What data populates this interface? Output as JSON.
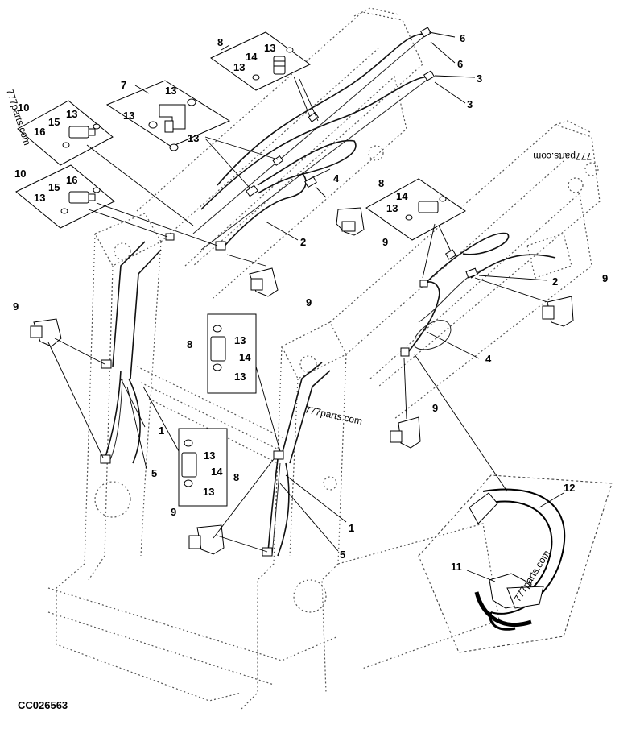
{
  "drawing": {
    "code": "CC026563",
    "watermarks": [
      "777parts.com",
      "777parts.com",
      "777parts.com",
      "777parts.com"
    ]
  },
  "callouts": {
    "c1": "6",
    "c2": "6",
    "c3": "3",
    "c4": "3",
    "c5": "8",
    "c6": "13",
    "c7": "14",
    "c8": "13",
    "c9": "7",
    "c10": "13",
    "c11": "13",
    "c12": "13",
    "c13": "10",
    "c14": "13",
    "c15": "15",
    "c16": "16",
    "c17": "10",
    "c18": "16",
    "c19": "15",
    "c20": "13",
    "c21": "4",
    "c22": "8",
    "c23": "14",
    "c24": "13",
    "c25": "2",
    "c26": "9",
    "c27": "9",
    "c28": "2",
    "c29": "9",
    "c30": "9",
    "c31": "4",
    "c32": "8",
    "c33": "13",
    "c34": "14",
    "c35": "13",
    "c36": "1",
    "c37": "5",
    "c38": "9",
    "c39": "13",
    "c40": "14",
    "c41": "8",
    "c42": "13",
    "c43": "1",
    "c44": "9",
    "c45": "5",
    "c46": "12",
    "c47": "11"
  }
}
